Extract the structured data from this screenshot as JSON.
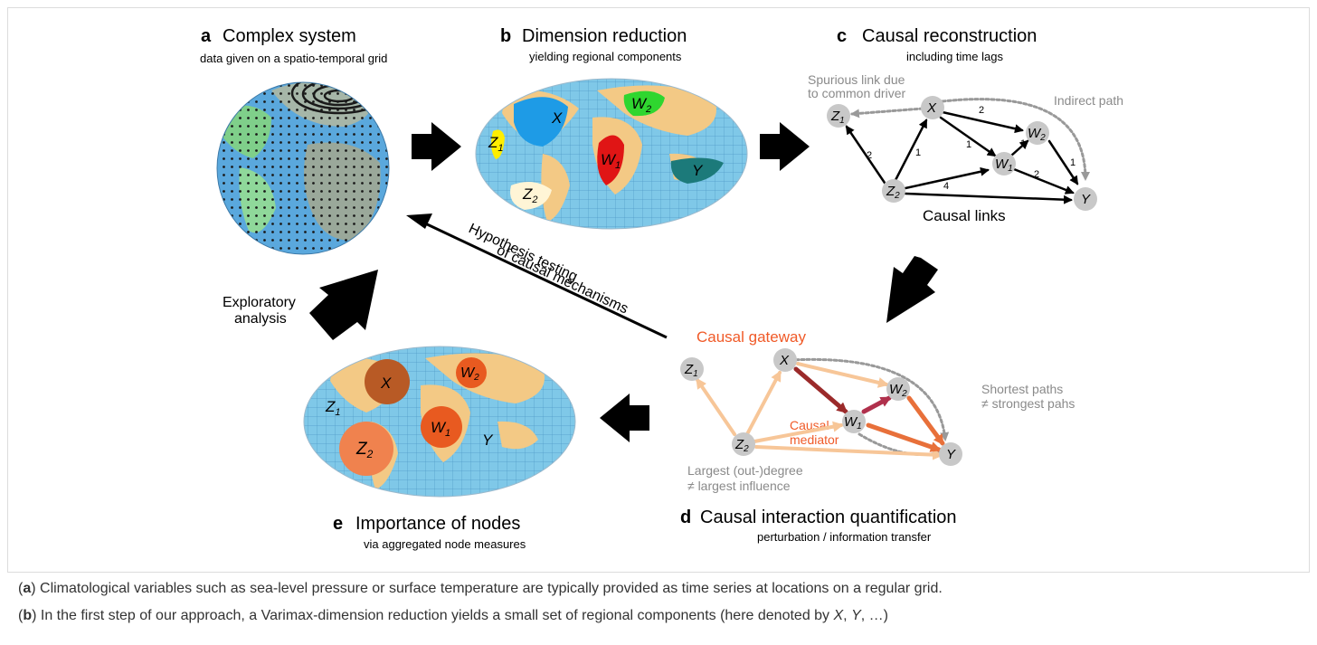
{
  "colors": {
    "ocean": "#7fc8e8",
    "land": "#f3c985",
    "arrow": "#000000",
    "node": "#c8c8c8",
    "gray_text": "#8a8a8a",
    "highlight": "#f05a28",
    "strong_link": "#9b2a2a",
    "weak_link": "#f7c698",
    "region_X": "#1e9be6",
    "region_W2": "#2fd62f",
    "region_W1": "#e01515",
    "region_Z1": "#ffee00",
    "region_Y": "#1c7a7a",
    "region_Z2": "#fff5d6"
  },
  "panels": {
    "a": {
      "letter": "a",
      "title": "Complex system",
      "subtitle": "data given on a spatio-temporal grid"
    },
    "b": {
      "letter": "b",
      "title": "Dimension reduction",
      "subtitle": "yielding regional components"
    },
    "c": {
      "letter": "c",
      "title": "Causal reconstruction",
      "subtitle": "including time lags"
    },
    "d": {
      "letter": "d",
      "title": "Causal interaction quantification",
      "subtitle": "perturbation / information transfer"
    },
    "e": {
      "letter": "e",
      "title": "Importance of nodes",
      "subtitle": "via aggregated node measures"
    }
  },
  "region_labels": {
    "X": "X",
    "Y": "Y",
    "W": "W",
    "Z": "Z",
    "sub1": "1",
    "sub2": "2"
  },
  "panel_c": {
    "spurious_line1": "Spurious link due",
    "spurious_line2": "to common driver",
    "indirect_path": "Indirect path",
    "causal_links": "Causal links",
    "lags": {
      "x_w2": "2",
      "x_w1": "1",
      "z2_z1": "2",
      "z2_x": "1",
      "w1_w2": "1",
      "w1_y": "2",
      "w2_y": "1",
      "z2_y": "4"
    }
  },
  "panel_d": {
    "gateway": "Causal gateway",
    "mediator_line1": "Causal",
    "mediator_line2": "mediator",
    "shortest_line1": "Shortest paths",
    "shortest_line2": "≠ strongest pahs",
    "degree_line1": "Largest (out-)degree",
    "degree_line2": "≠ largest influence"
  },
  "middle": {
    "hypothesis_line1": "Hypothesis testing",
    "hypothesis_line2": "of causal mechanisms",
    "exploratory_line1": "Exploratory",
    "exploratory_line2": "analysis"
  },
  "caption": {
    "a": {
      "open": "(",
      "letter": "a",
      "close": ")",
      "text": " Climatological variables such as sea-level pressure or surface temperature are typically provided as time series at locations on a regular grid."
    },
    "b": {
      "open": "(",
      "letter": "b",
      "close": ")",
      "text": " In the first step of our approach, a Varimax-dimension reduction yields a small set of regional components (here denoted by ",
      "x": "X",
      "comma": ", ",
      "y": "Y",
      "tail": ", …)"
    }
  }
}
